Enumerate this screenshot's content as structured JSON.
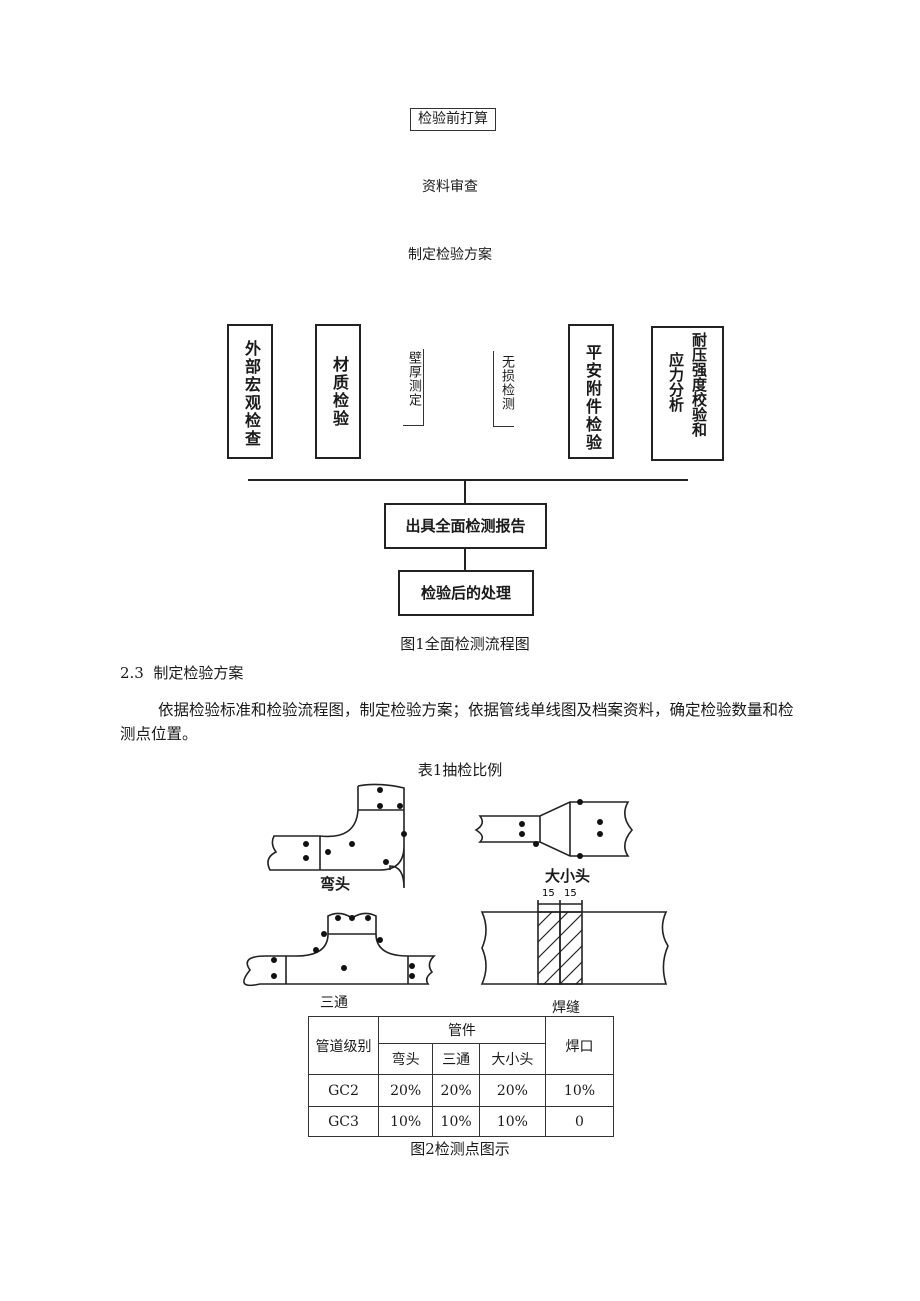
{
  "flowchart": {
    "step1": "检验前打算",
    "step2": "资料审查",
    "step3": "制定检验方案",
    "branches": [
      "外部宏观检查",
      "材质检验",
      "壁厚测定",
      "无损检测",
      "平安附件检验"
    ],
    "branch6_col1": "耐压强度校验和",
    "branch6_col2": "应力分析",
    "report": "出具全面检测报告",
    "post": "检验后的处理",
    "caption": "图1全面检测流程图"
  },
  "section": {
    "heading": "2.3  制定检验方案",
    "paragraph": "依据检验标准和检验流程图，制定检验方案；依据管线单线图及档案资料，确定检验数量和检测点位置。"
  },
  "table_title": "表1抽检比例",
  "diagram": {
    "elbow": "弯头",
    "reducer": "大小头",
    "tee": "三通",
    "weld": "焊缝",
    "weld_dim_left": "15",
    "weld_dim_right": "15"
  },
  "table": {
    "header_grade": "管道级别",
    "header_fittings": "管件",
    "header_weld": "焊口",
    "sub_headers": [
      "弯头",
      "三通",
      "大小头"
    ],
    "rows": [
      {
        "grade": "GC2",
        "elbow": "20%",
        "tee": "20%",
        "reducer": "20%",
        "weld": "10%"
      },
      {
        "grade": "GC3",
        "elbow": "10%",
        "tee": "10%",
        "reducer": "10%",
        "weld": "0"
      }
    ]
  },
  "figure2_caption": "图2检测点图示"
}
